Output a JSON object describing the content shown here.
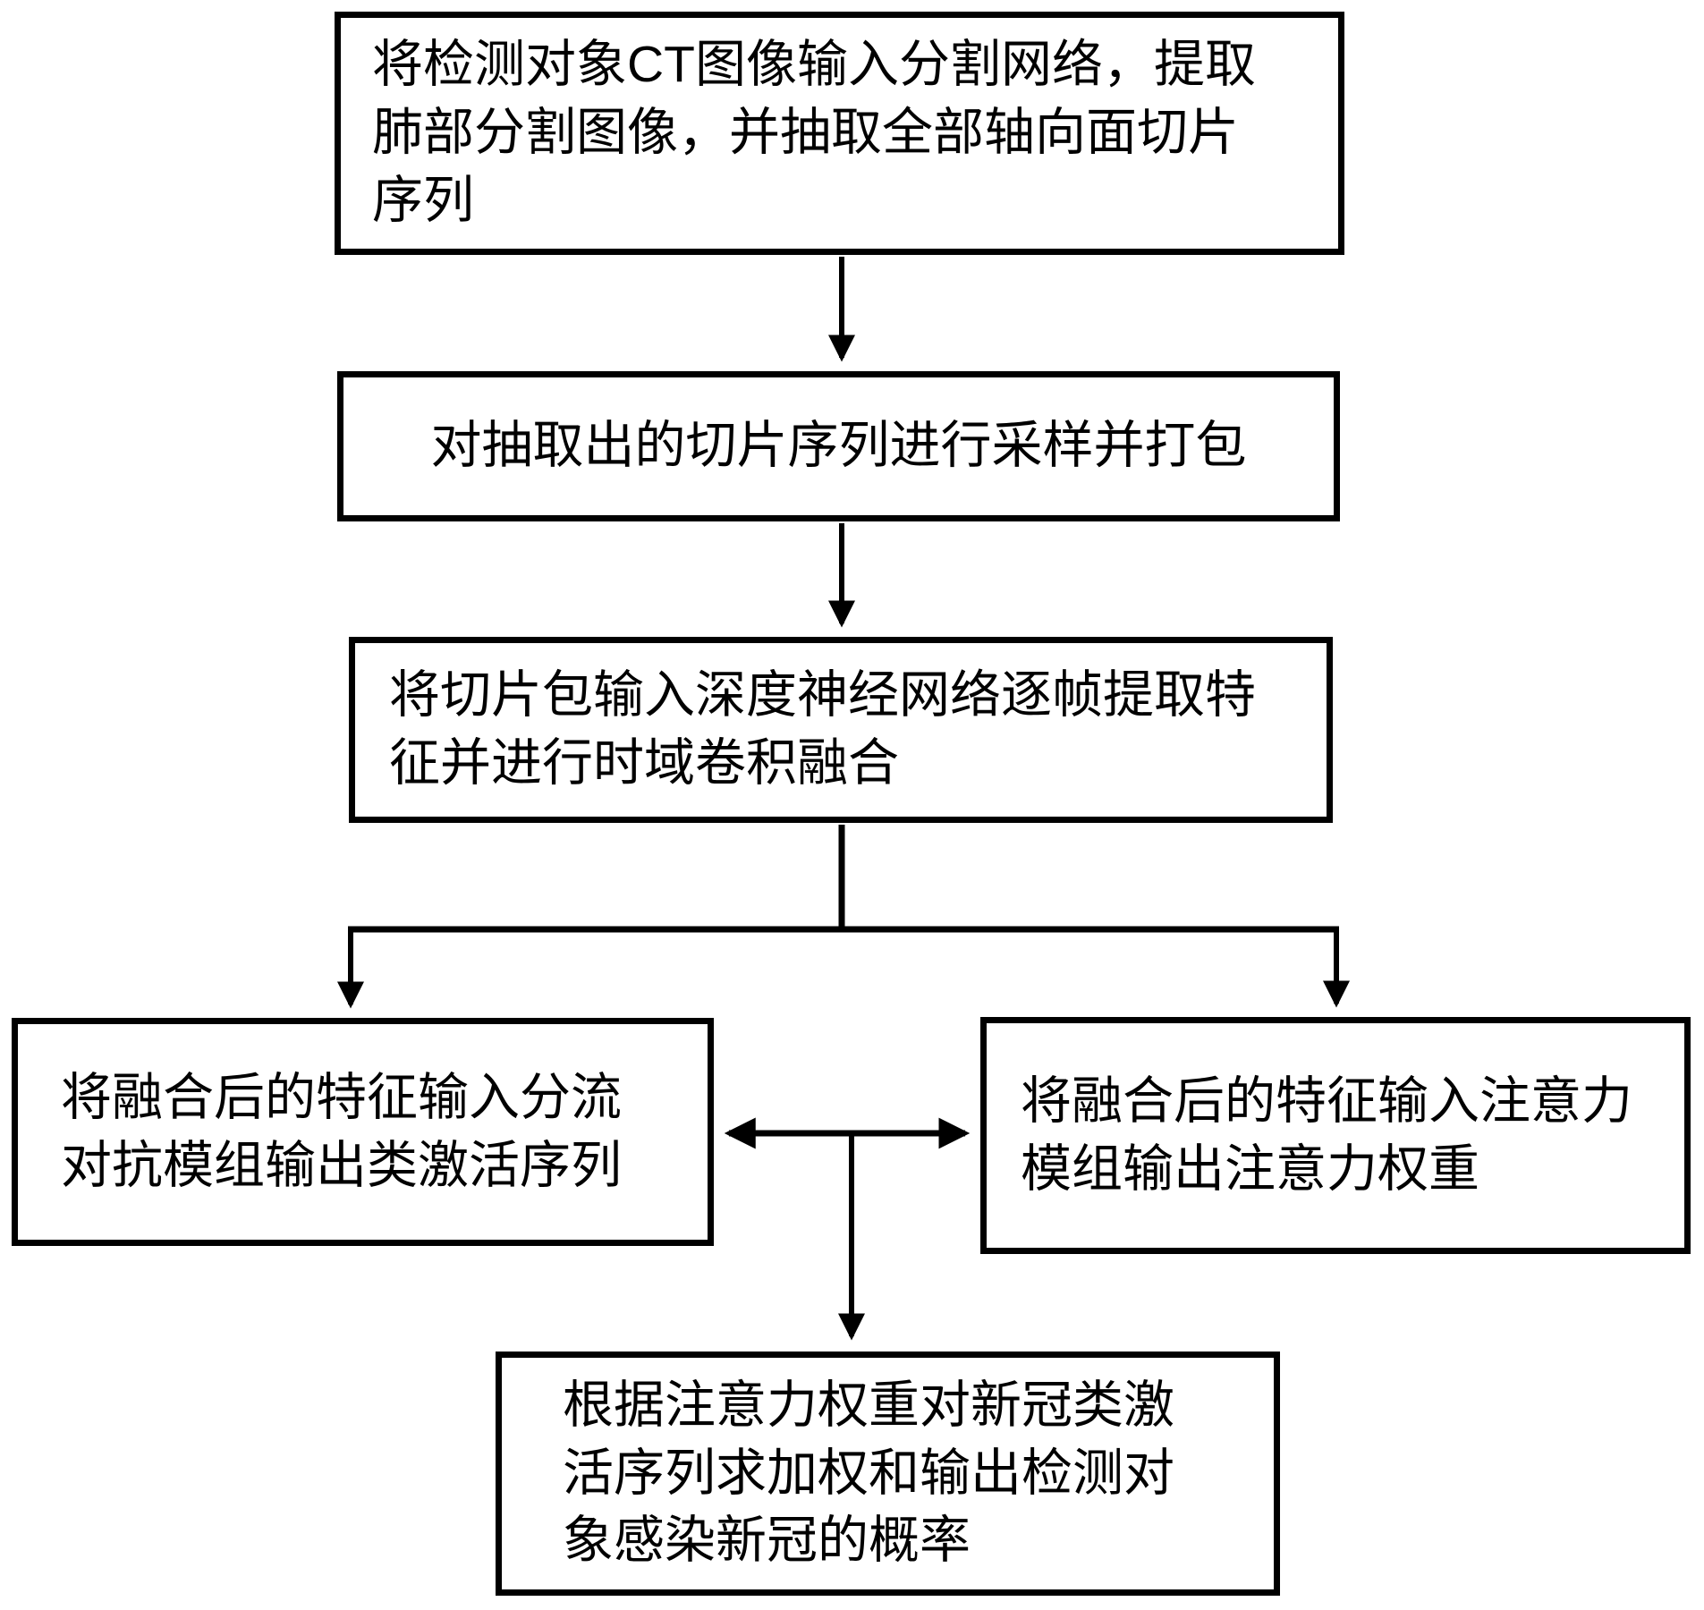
{
  "diagram": {
    "type": "flowchart",
    "background_color": "#ffffff",
    "box_border_color": "#000000",
    "text_color": "#000000",
    "arrow_color": "#000000",
    "nodes": [
      {
        "id": "step1",
        "text": "将检测对象CT图像输入分割网络，提取\n肺部分割图像，并抽取全部轴向面切片\n序列"
      },
      {
        "id": "step2",
        "text": "对抽取出的切片序列进行采样并打包"
      },
      {
        "id": "step3",
        "text": "将切片包输入深度神经网络逐帧提取特\n征并进行时域卷积融合"
      },
      {
        "id": "step4",
        "text": "将融合后的特征输入分流\n对抗模组输出类激活序列"
      },
      {
        "id": "step5",
        "text": "将融合后的特征输入注意力\n模组输出注意力权重"
      },
      {
        "id": "step6",
        "text": "根据注意力权重对新冠类激\n活序列求加权和输出检测对\n象感染新冠的概率"
      }
    ],
    "edges": [
      {
        "from": "step1",
        "to": "step2",
        "style": "arrow"
      },
      {
        "from": "step2",
        "to": "step3",
        "style": "arrow"
      },
      {
        "from": "step3",
        "to": "step4",
        "style": "arrow"
      },
      {
        "from": "step3",
        "to": "step5",
        "style": "arrow"
      },
      {
        "from": "step4",
        "to": "step5",
        "style": "double-arrow"
      },
      {
        "from": "step4-step5-junction",
        "to": "step6",
        "style": "arrow"
      }
    ]
  }
}
